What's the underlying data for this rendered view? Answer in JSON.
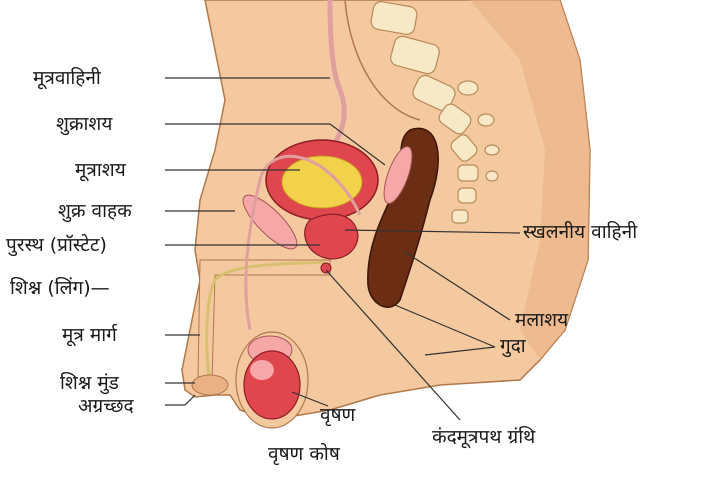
{
  "colors": {
    "skin": "#f4c9a0",
    "skin_shadow": "#e9b184",
    "organ_pink": "#f6a8a8",
    "organ_red": "#e0464e",
    "rectum_brown": "#6b2e14",
    "bladder_yellow": "#f2d24a",
    "bone": "#f7e8c6",
    "line": "#333333"
  },
  "labels": {
    "ureter": "मूत्रवाहिनी",
    "seminal_vesicle": "शुक्राशय",
    "urinary_bladder": "मूत्राशय",
    "vas_deferens": "शुक्र वाहक",
    "prostate": "पुरस्थ (प्रॉस्टेट)",
    "penis": "शिश्न (लिंग)—",
    "urethra": "मूत्र मार्ग",
    "glans_penis": "शिश्न मुंड",
    "foreskin": "अग्रच्छद",
    "testis": "वृषण",
    "scrotum": "वृषण कोष",
    "bulbourethral_gland": "कंदमूत्रपथ ग्रंथि",
    "anus": "गुदा",
    "rectum": "मलाशय",
    "ejaculatory_duct": "स्खलनीय वाहिनी"
  }
}
